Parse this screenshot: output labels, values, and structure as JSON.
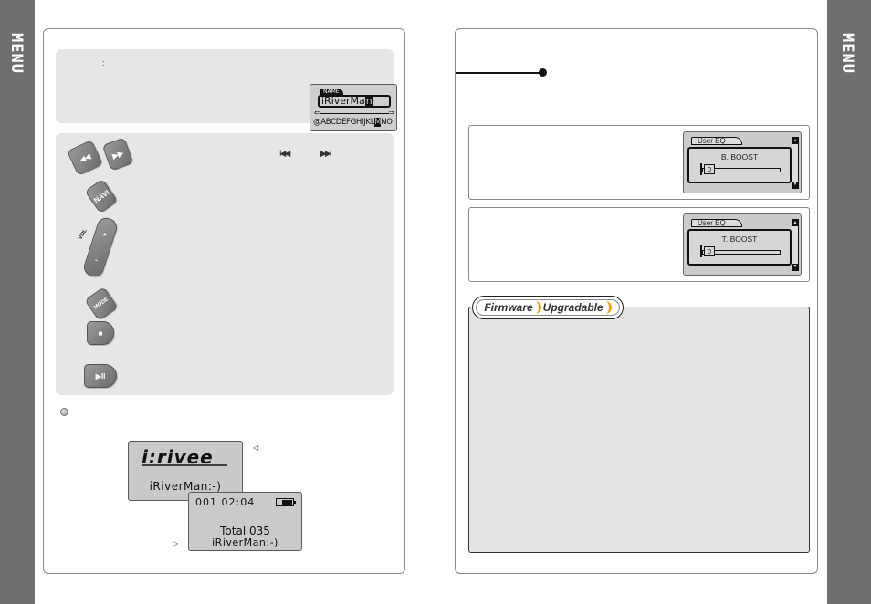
{
  "side_tabs": {
    "left_label": "MENU",
    "right_label": "MENU"
  },
  "left_page": {
    "name_box": {
      "colon": ":",
      "lcd": {
        "tag": "NAME",
        "field_prefix": "iRiverMa",
        "field_cursor": "n",
        "arrow_left": "⇐",
        "arrow_right": "⇒",
        "alphabet_before": "@ABCDEFGHIJKL",
        "alphabet_selected": "M",
        "alphabet_after": "NO"
      }
    },
    "buttons": {
      "navi_label": "NAVI",
      "vol_label": "VOL",
      "vol_plus": "+",
      "vol_minus": "-",
      "mode_label": "MODE",
      "stop_glyph": "■",
      "play_glyph": "▶II",
      "prev_glyph": "◀◀",
      "next_glyph": "▶▶",
      "prev_inline": "I◀◀",
      "next_inline": "▶▶I"
    },
    "display1": {
      "text": "iRiverMan:-)"
    },
    "display2": {
      "track_time": "001  02:04",
      "total": "Total 035",
      "name": "iRiverMan:-)",
      "battery_level": 0.6
    },
    "markers": {
      "marker1": "◁",
      "marker2": "▷"
    }
  },
  "right_page": {
    "eq_screens": [
      {
        "tab": "User EQ",
        "title": "B. BOOST",
        "value": "0"
      },
      {
        "tab": "User EQ",
        "title": "T. BOOST",
        "value": "0"
      }
    ],
    "scroll": {
      "up": "▲",
      "down": "▼"
    },
    "firmware": {
      "word1": "Firmware",
      "word2": "Upgradable"
    }
  }
}
